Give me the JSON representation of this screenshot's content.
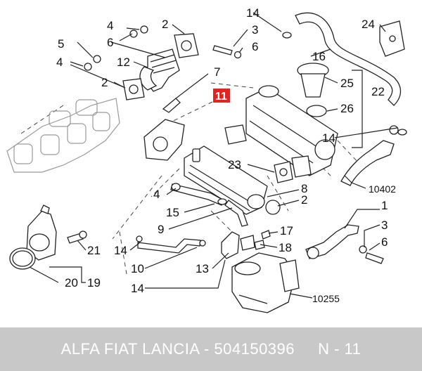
{
  "diagram": {
    "labels": {
      "l24": "24",
      "l14a": "14",
      "l2a": "2",
      "l4a": "4",
      "l6a": "6",
      "l3a": "3",
      "l6b": "6",
      "l5": "5",
      "l4b": "4",
      "l12": "12",
      "l2b": "2",
      "l16": "16",
      "l7": "7",
      "l25": "25",
      "l22": "22",
      "l26": "26",
      "l14b": "14",
      "l23": "23",
      "l8": "8",
      "l2c": "2",
      "l4c": "4",
      "l10402": "10402",
      "l15": "15",
      "l1": "1",
      "l9": "9",
      "l17": "17",
      "l3b": "3",
      "l14c": "14",
      "l21": "21",
      "l18": "18",
      "l6c": "6",
      "l13": "13",
      "l10": "10",
      "l20": "20",
      "l19": "19",
      "l14d": "14",
      "l10255": "10255"
    },
    "highlight": {
      "label": "11",
      "color": "#e02424"
    }
  },
  "footer": {
    "text": "ALFA FIAT LANCIA - 504150396     N - 11",
    "background": "#c8c8c8"
  }
}
